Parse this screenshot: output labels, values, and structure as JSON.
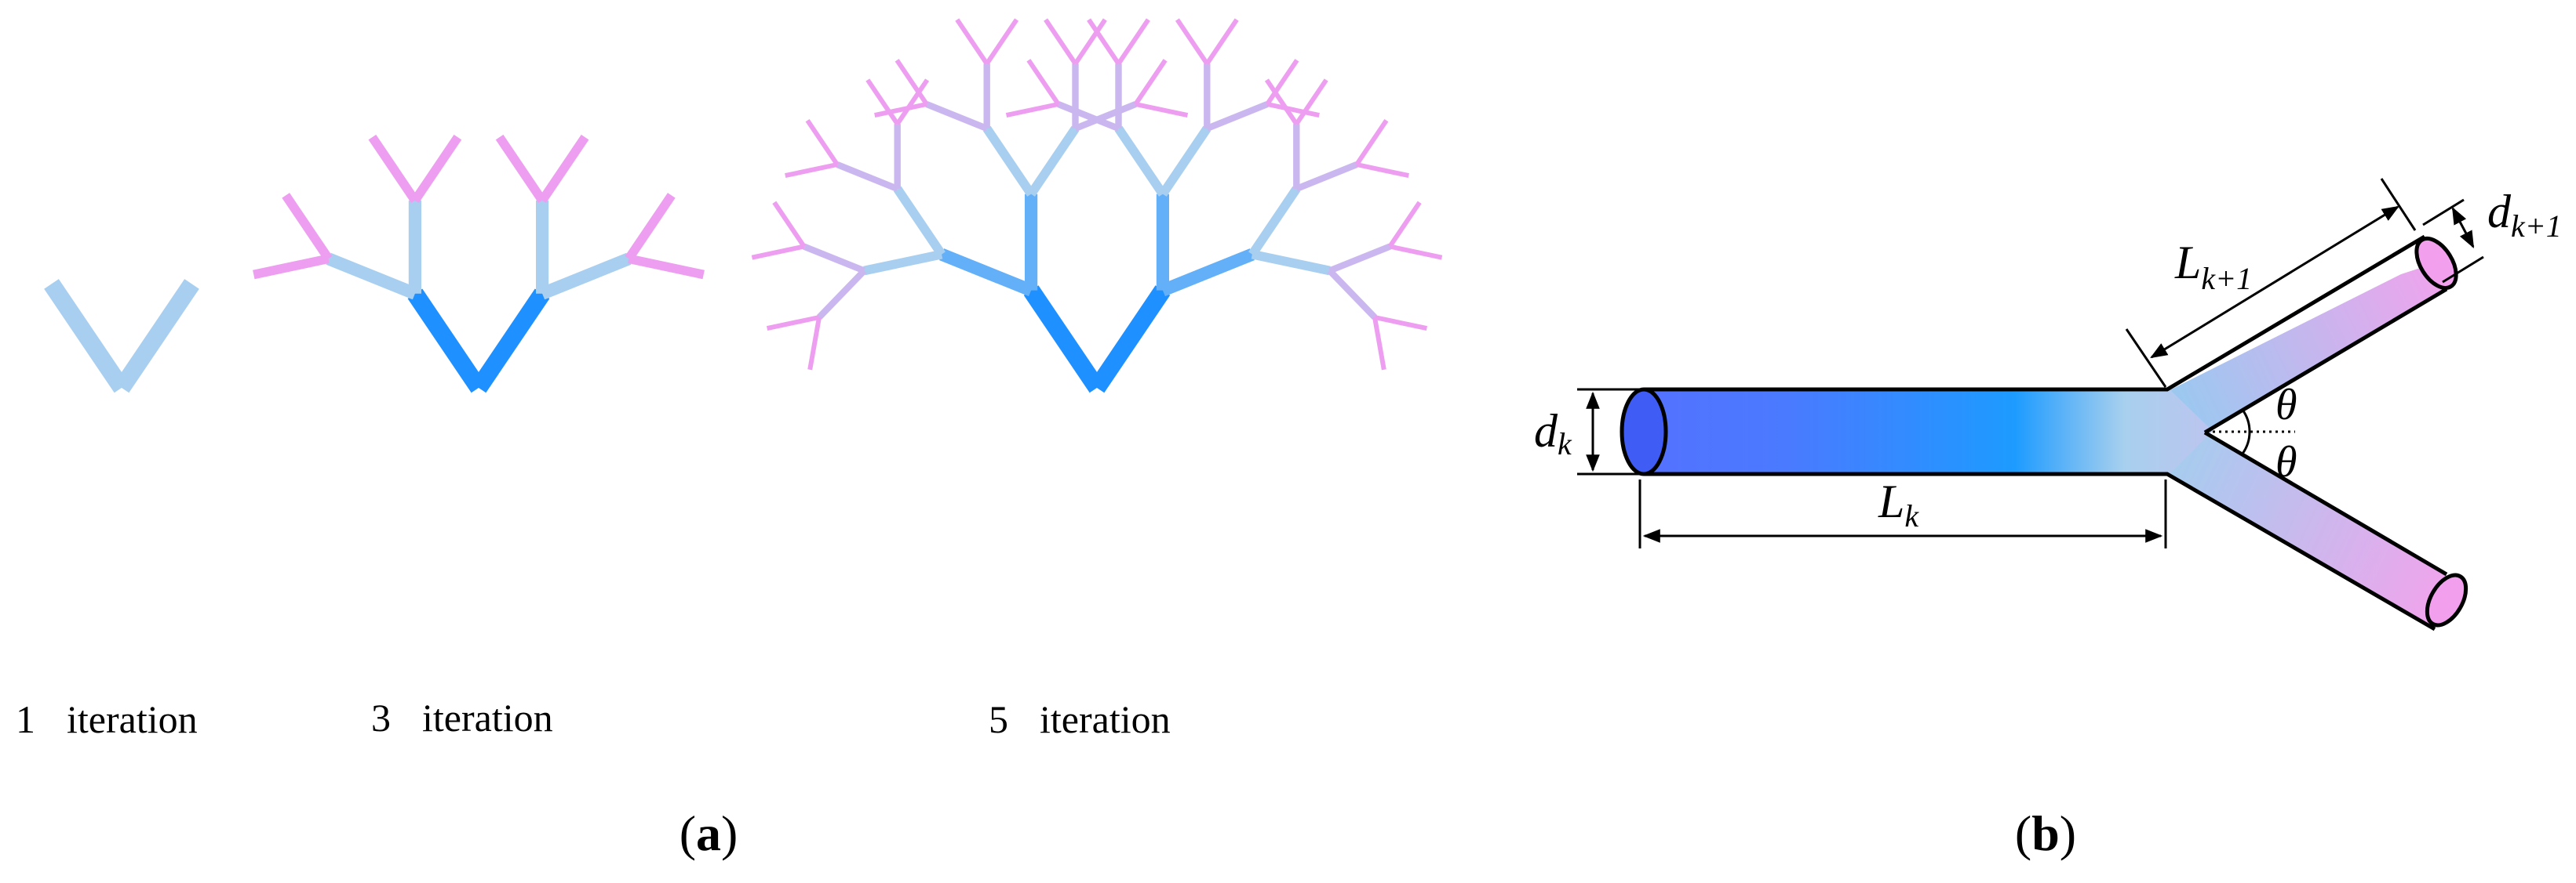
{
  "panel_a": {
    "label_letter": "a",
    "trees": [
      {
        "count": "1",
        "word": "iteration",
        "iterations": 1
      },
      {
        "count": "3",
        "word": "iteration",
        "iterations": 3
      },
      {
        "count": "5",
        "word": "iteration",
        "iterations": 5
      }
    ]
  },
  "panel_b": {
    "label_letter": "b",
    "d_k": {
      "base": "d",
      "sub": "k"
    },
    "L_k": {
      "base": "L",
      "sub": "k"
    },
    "L_k1": {
      "base": "L",
      "sub": "k+1"
    },
    "d_k1": {
      "base": "d",
      "sub": "k+1"
    },
    "theta": "θ"
  },
  "colors": {
    "trunk": "#0a10f0",
    "mid": "#1e90ff",
    "light": "#a8cff0",
    "tip": "#ee9ef0",
    "tube_left": "#4466ff",
    "tube_mid": "#22a0ff",
    "tube_tip": "#ef9ff0"
  }
}
